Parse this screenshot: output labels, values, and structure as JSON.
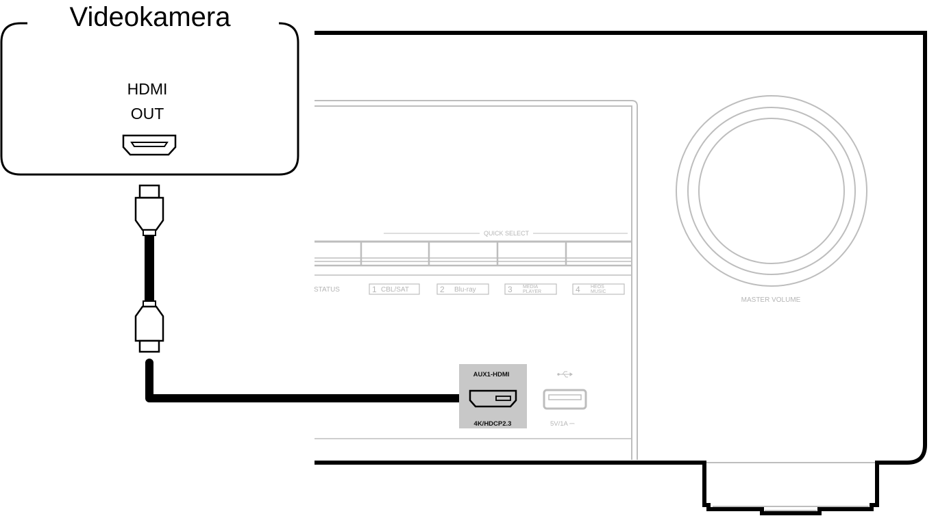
{
  "source_device": {
    "title": "Videokamera",
    "port_label_line1": "HDMI",
    "port_label_line2": "OUT",
    "port_icon": "hdmi-port-icon"
  },
  "cable": {
    "type": "HDMI",
    "icon": "hdmi-cable-icon"
  },
  "receiver": {
    "quick_select_label": "QUICK SELECT",
    "status_label": "STATUS",
    "quick_select_buttons": [
      {
        "number": "1",
        "label": "CBL/SAT",
        "label_line2": ""
      },
      {
        "number": "2",
        "label": "Blu-ray",
        "label_line2": ""
      },
      {
        "number": "3",
        "label": "MEDIA",
        "label_line2": "PLAYER"
      },
      {
        "number": "4",
        "label": "HEOS",
        "label_line2": "MUSIC"
      }
    ],
    "hdmi_input": {
      "label_top": "AUX1-HDMI",
      "label_bottom": "4K/HDCP2.3",
      "highlight_color": "#c8c8c8"
    },
    "usb": {
      "icon": "usb-icon",
      "label": "5V/1A ⎓"
    },
    "volume_knob_label": "MASTER VOLUME"
  },
  "colors": {
    "outline": "#000000",
    "faint": "#bdbdbd",
    "highlight": "#c8c8c8"
  }
}
